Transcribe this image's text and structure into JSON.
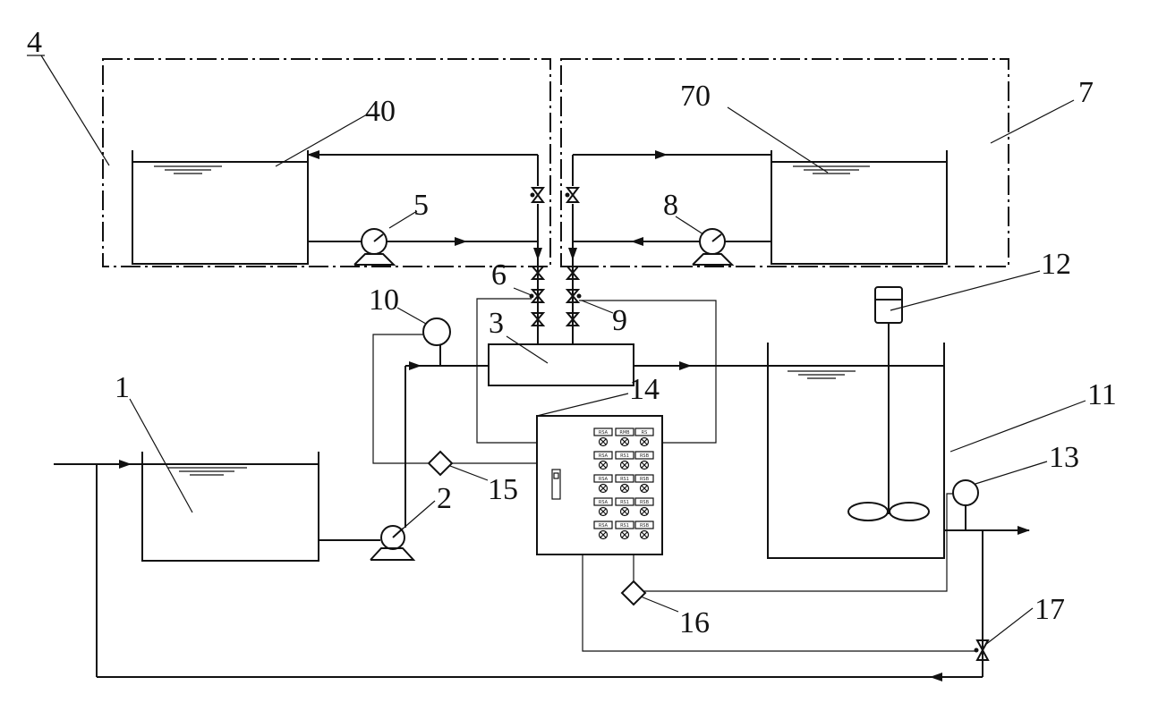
{
  "labels": {
    "l1": "1",
    "l2": "2",
    "l3": "3",
    "l4": "4",
    "l5": "5",
    "l6": "6",
    "l7": "7",
    "l8": "8",
    "l9": "9",
    "l10": "10",
    "l11": "11",
    "l12": "12",
    "l13": "13",
    "l14": "14",
    "l15": "15",
    "l16": "16",
    "l17": "17",
    "l40": "40",
    "l70": "70"
  },
  "panel": {
    "row_labels": [
      "RSA",
      "RMB",
      "RS",
      "RSA",
      "RS1",
      "RSB",
      "RSA",
      "RS1",
      "RSB",
      "RSA",
      "RS1",
      "RSB",
      "RSA",
      "RS1",
      "RSB"
    ]
  }
}
